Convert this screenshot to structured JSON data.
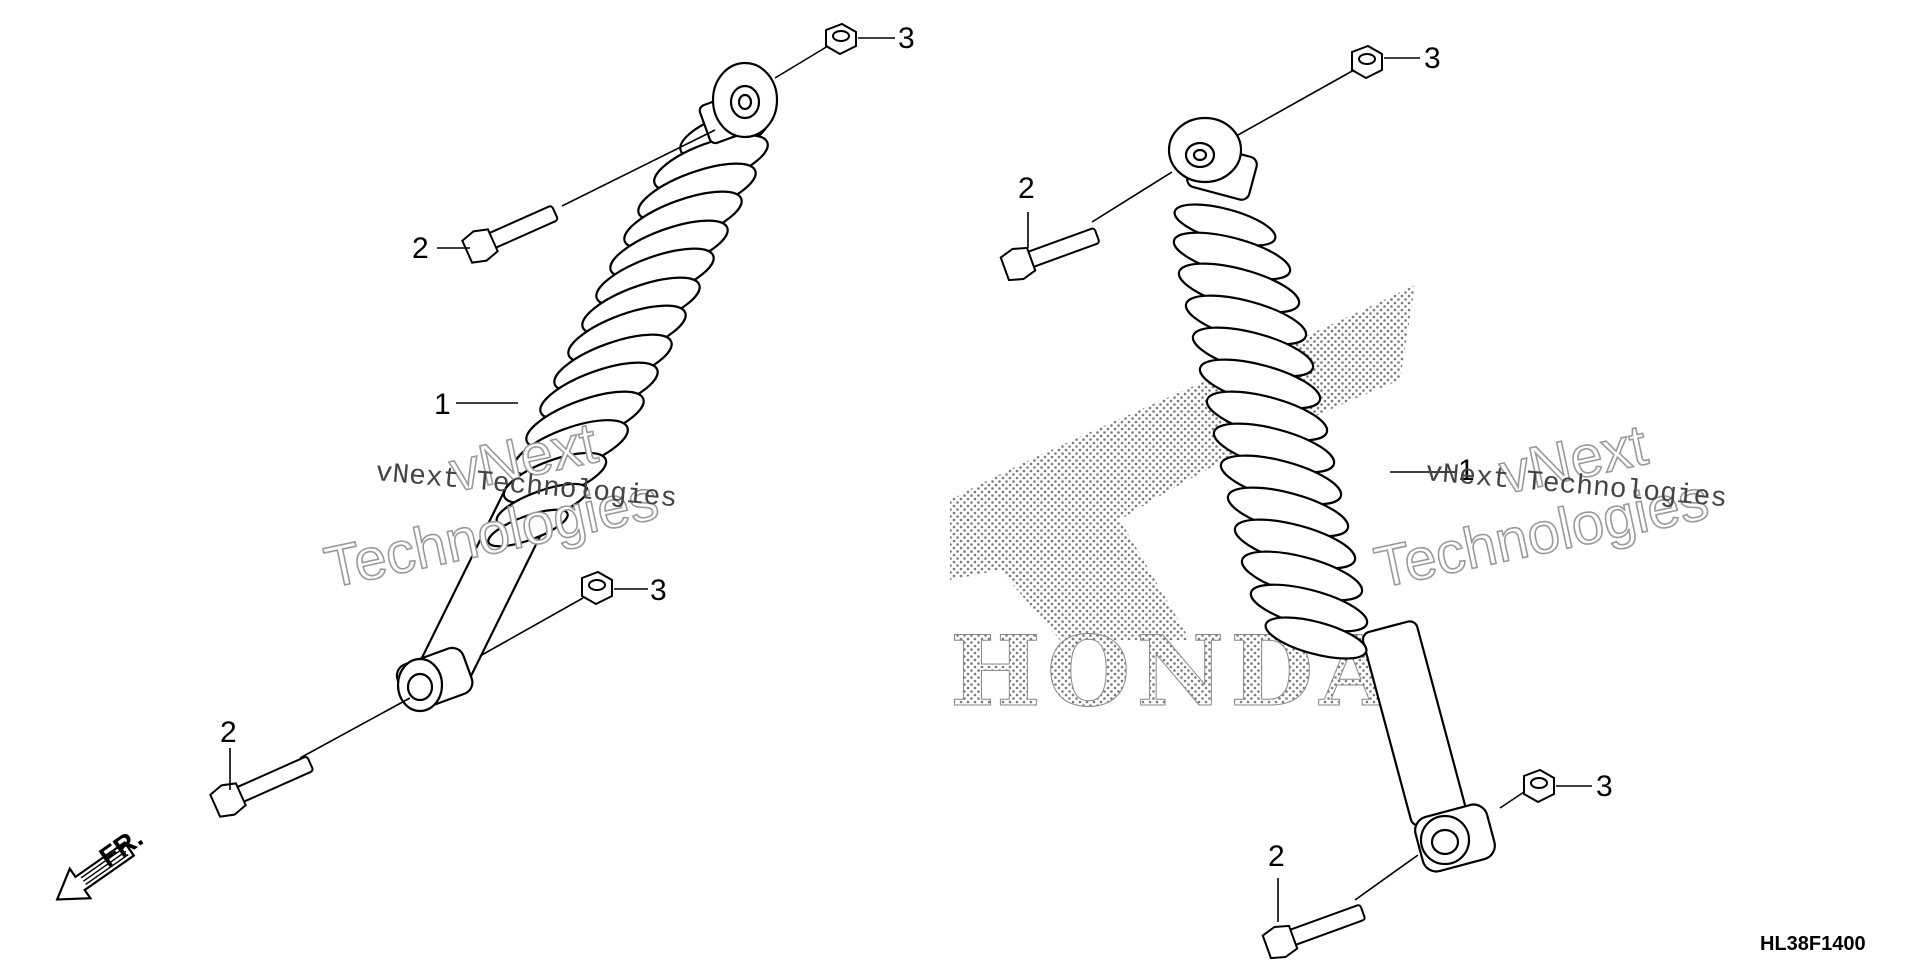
{
  "diagram": {
    "drawing_code": "HL38F1400",
    "front_indicator": "FR.",
    "callouts": {
      "shock_absorber": "1",
      "bolt": "2",
      "nut": "3"
    },
    "watermark": {
      "line1": "vNext",
      "line2": "Technologies",
      "inline": "vNext Technologies"
    },
    "logo": {
      "word": "HONDA"
    },
    "colors": {
      "line": "#000000",
      "logo_dots": "#7a7a7a",
      "watermark_outline": "#9a9a9a"
    }
  }
}
